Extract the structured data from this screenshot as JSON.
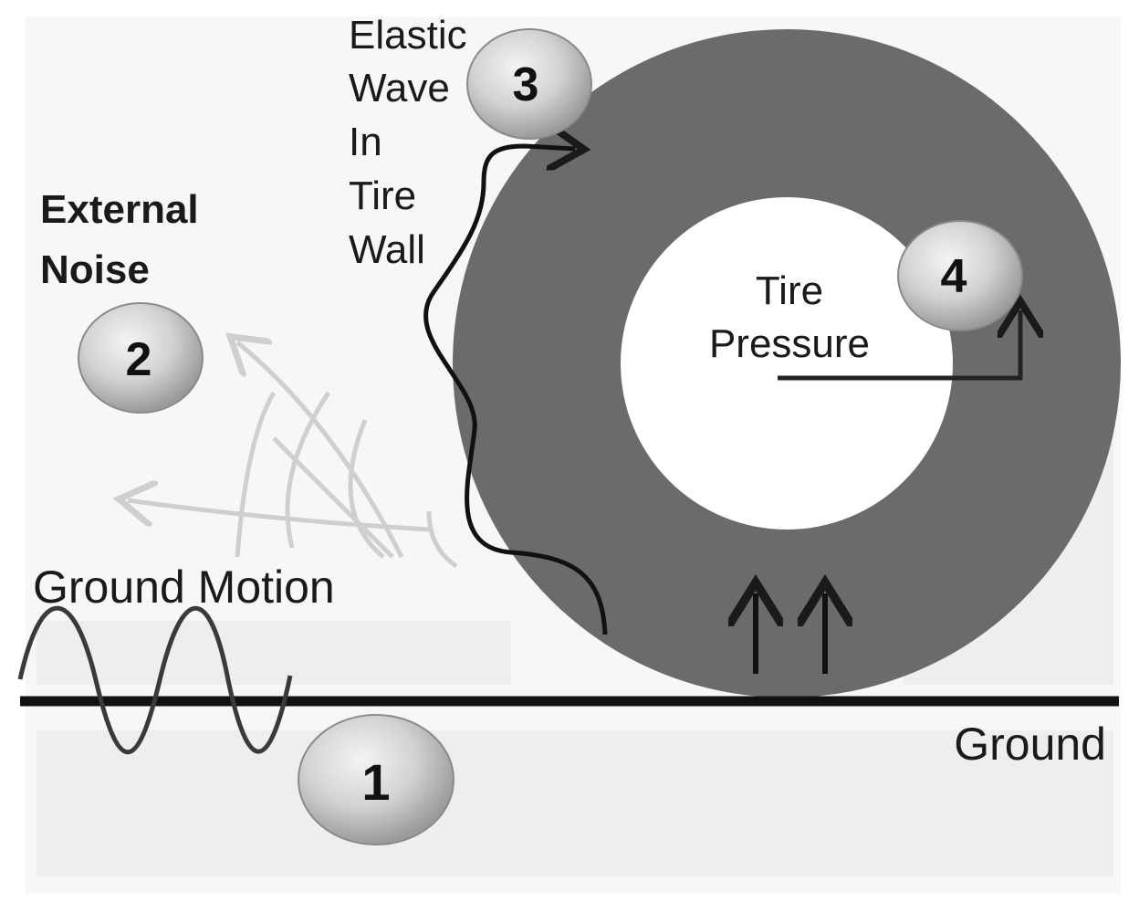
{
  "labels": {
    "external_noise_line1": "External",
    "external_noise_line2": "Noise",
    "elastic_line1": "Elastic",
    "elastic_line2": "Wave",
    "elastic_line3": "In",
    "elastic_line4": "Tire",
    "elastic_line5": "Wall",
    "tire_pressure_line1": "Tire",
    "tire_pressure_line2": "Pressure",
    "ground_motion": "Ground Motion",
    "ground": "Ground"
  },
  "badges": {
    "one": "1",
    "two": "2",
    "three": "3",
    "four": "4"
  },
  "colors": {
    "tire": "#6b6b6b",
    "faint_arrows": "#cfcfcf",
    "ink": "#1a1a1a",
    "background_grid": "#f1f1f1"
  }
}
